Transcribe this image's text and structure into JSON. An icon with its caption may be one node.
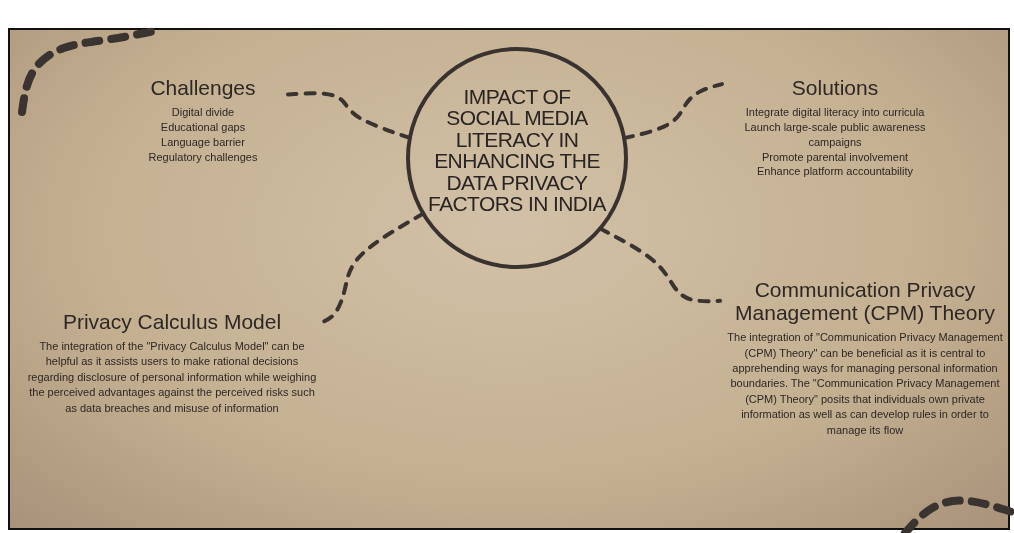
{
  "diagram": {
    "nodes": [
      {
        "text": [
          "IMPACT OF SOCIAL MEDIA LITERACY IN ENHANCING THE DATA PRIVACY FACTORS IN INDIA"
        ]
      },
      {
        "text": [
          "Challenges",
          "Digital divide",
          "Educational gaps",
          "Language barrier",
          "Regulatory challenges"
        ]
      },
      {
        "text": [
          "Solutions",
          "Integrate digital literacy into curricula",
          "Launch large-scale public awareness campaigns",
          "Promote parental involvement",
          "Enhance platform accountability"
        ]
      },
      {
        "text": [
          "Privacy Calculus Model",
          "The integration of the \"Privacy Calculus Model\" can be helpful as it assists users to make rational decisions regarding disclosure of personal information while weighing the perceived advantages against the perceived risks such as data breaches and misuse of information"
        ]
      },
      {
        "text": [
          "Communication Privacy Management (CPM) Theory",
          "The integration of \"Communication Privacy Management (CPM) Theory\" can be beneficial as it is central to apprehending ways for managing personal information boundaries. The \"Communication Privacy Management (CPM) Theory\" posits that individuals own private information as well as can develop rules in order to manage its flow"
        ]
      }
    ],
    "edges": [
      {
        "from": 0,
        "to": 1,
        "arrow": "none",
        "style": "dashed"
      },
      {
        "from": 0,
        "to": 2,
        "arrow": "none",
        "style": "dashed"
      },
      {
        "from": 0,
        "to": 3,
        "arrow": "none",
        "style": "dashed"
      },
      {
        "from": 0,
        "to": 4,
        "arrow": "none",
        "style": "dashed"
      }
    ]
  }
}
